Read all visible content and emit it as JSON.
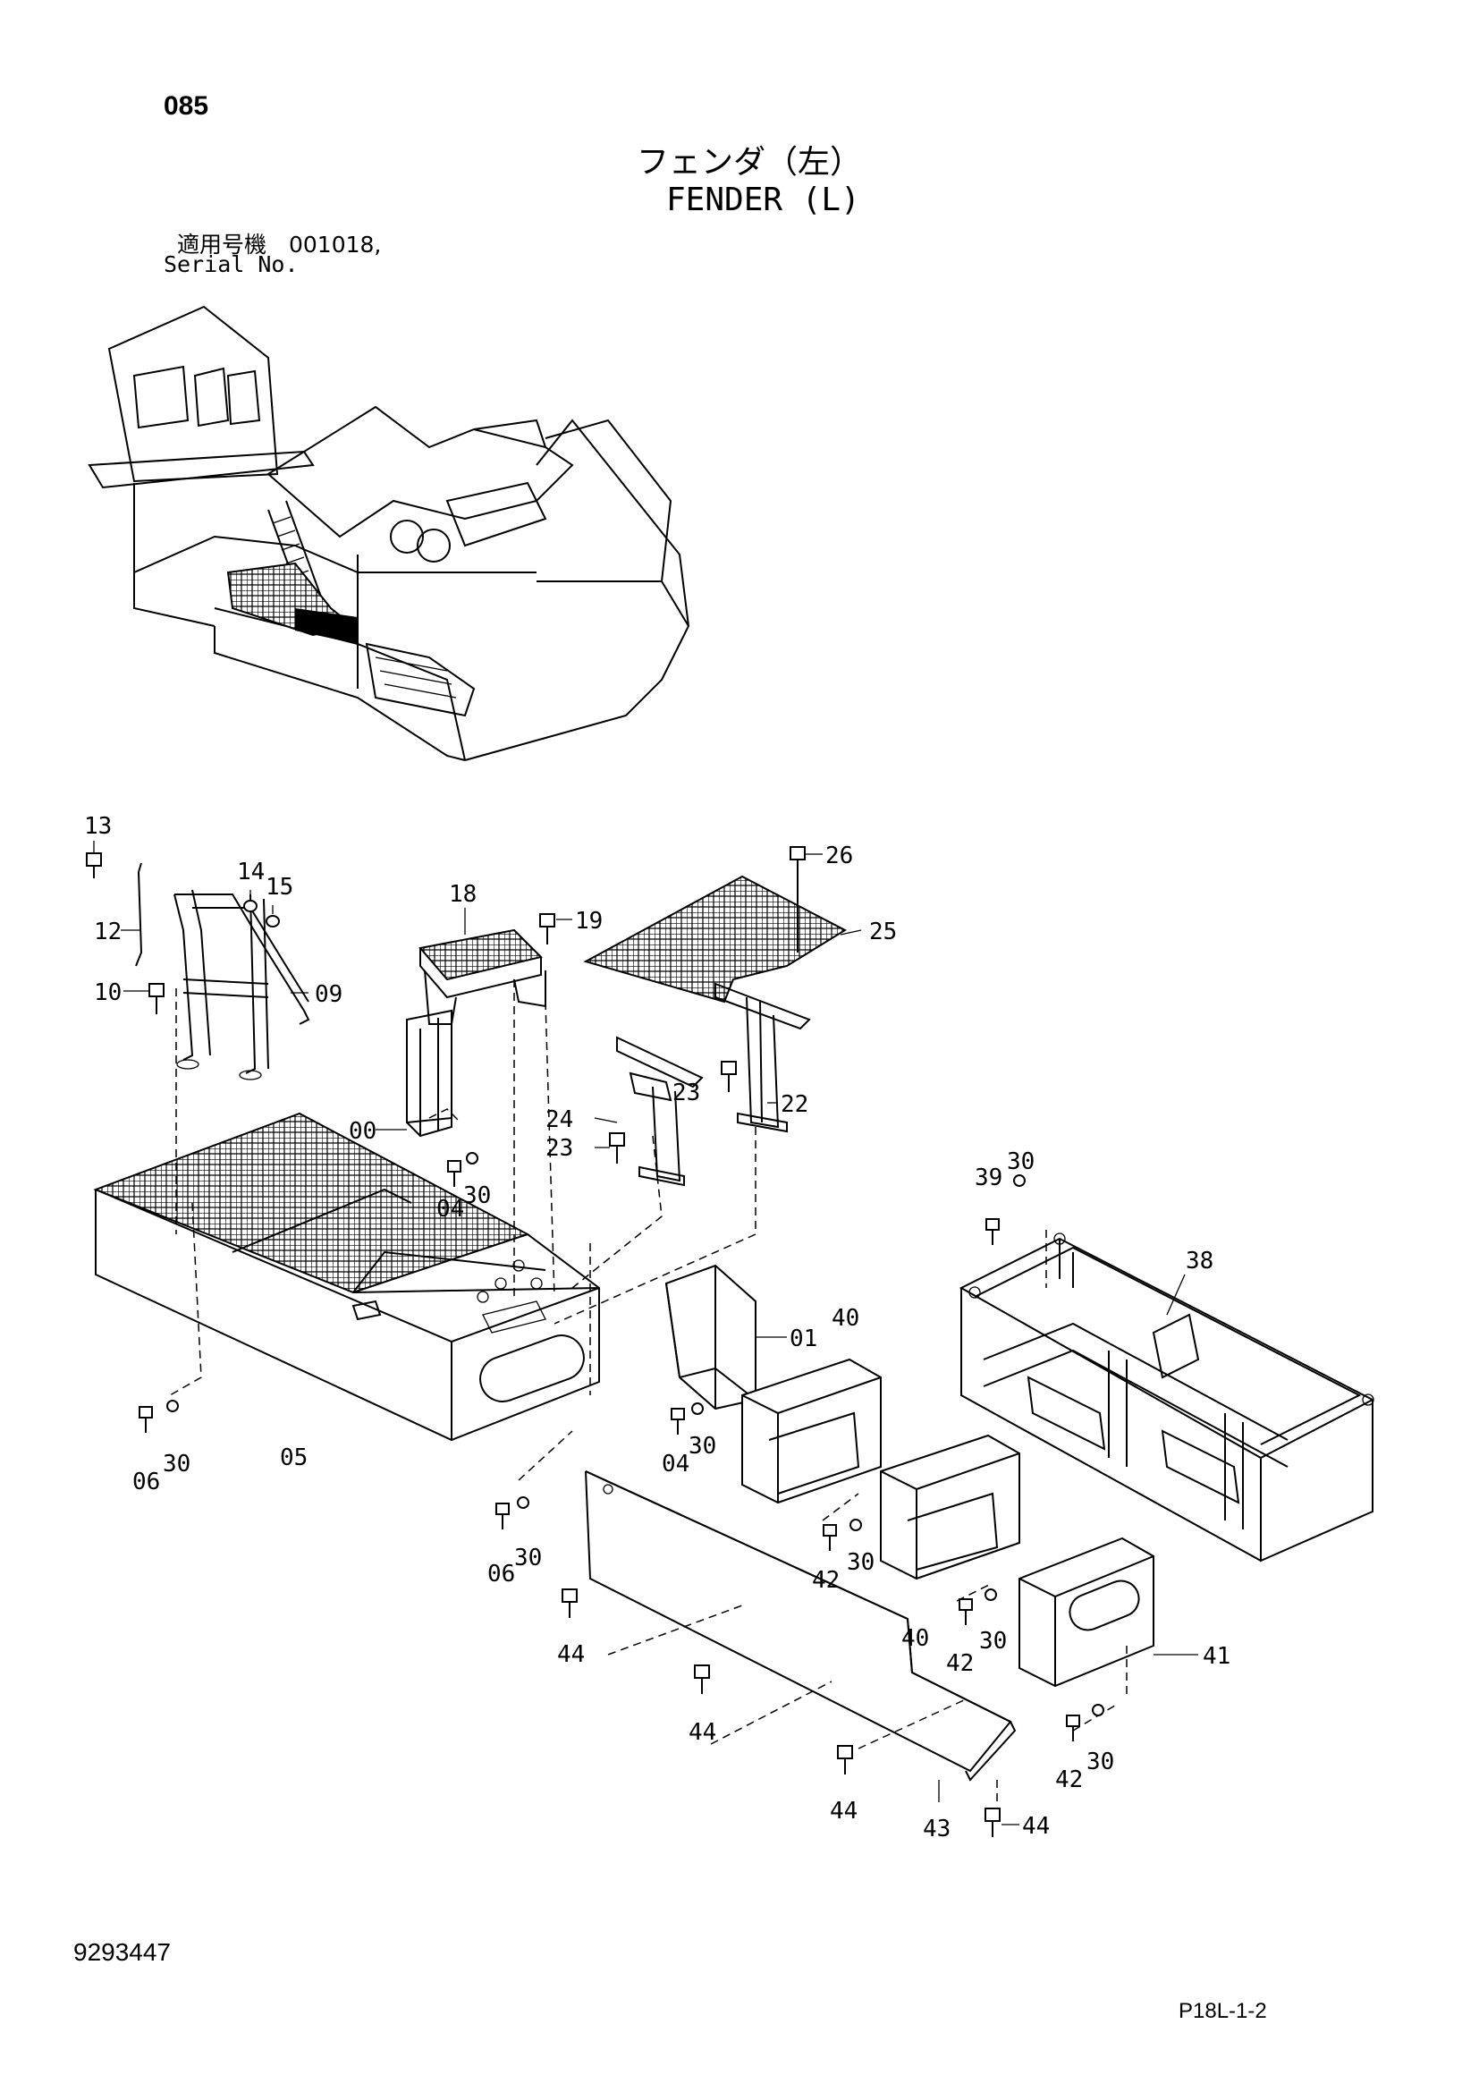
{
  "header": {
    "page_number": "085",
    "title_jp": "フェンダ（左）",
    "title_en": "FENDER (L)",
    "serial_label_jp": "適用号機　001018,",
    "serial_label_en": "Serial No."
  },
  "footer": {
    "document_number": "9293447",
    "sheet_id": "P18L-1-2"
  },
  "callouts": [
    "13",
    "14",
    "15",
    "12",
    "09",
    "10",
    "18",
    "19",
    "26",
    "25",
    "00",
    "24",
    "23",
    "22",
    "23",
    "04",
    "30",
    "39",
    "30",
    "38",
    "40",
    "01",
    "06",
    "30",
    "05",
    "04",
    "30",
    "06",
    "30",
    "42",
    "30",
    "40",
    "42",
    "30",
    "41",
    "44",
    "44",
    "44",
    "42",
    "30",
    "43",
    "44"
  ],
  "colors": {
    "ink": "#000000",
    "paper": "#ffffff"
  }
}
